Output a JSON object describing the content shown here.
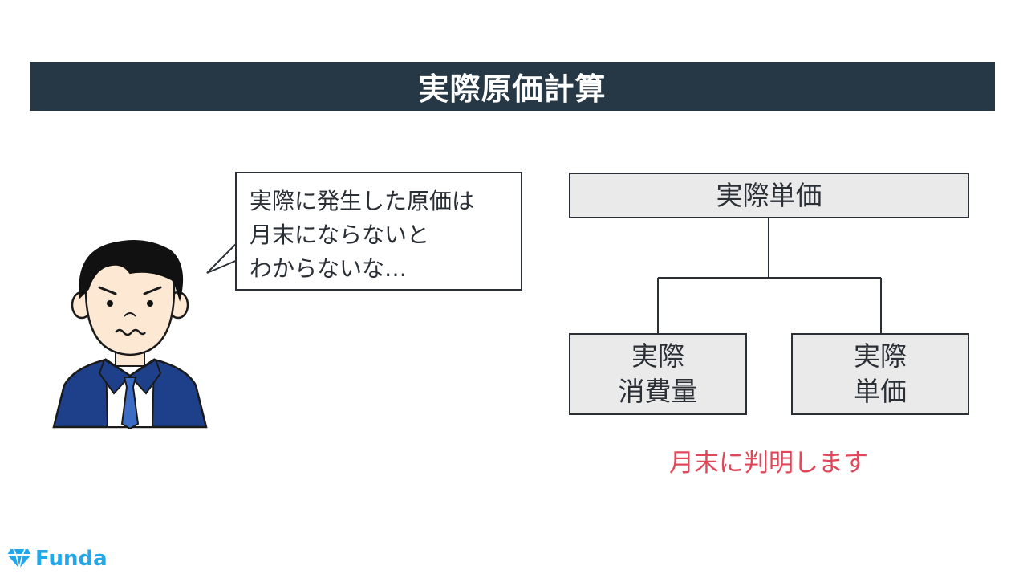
{
  "title": "実際原価計算",
  "bubble": {
    "lines": [
      "実際に発生した原価は",
      "月末にならないと",
      "わからないな…"
    ]
  },
  "diagram": {
    "root": "実際単価",
    "children": [
      "実際\n消費量",
      "実際\n単価"
    ]
  },
  "note": "月末に判明します",
  "logo": {
    "text": "Funda",
    "icon": "diamond-icon"
  },
  "colors": {
    "title_bg": "#263845",
    "box_bg": "#eaeaea",
    "note": "#e0485a",
    "logo": "#22a7e8",
    "suit": "#1e3f8a"
  }
}
